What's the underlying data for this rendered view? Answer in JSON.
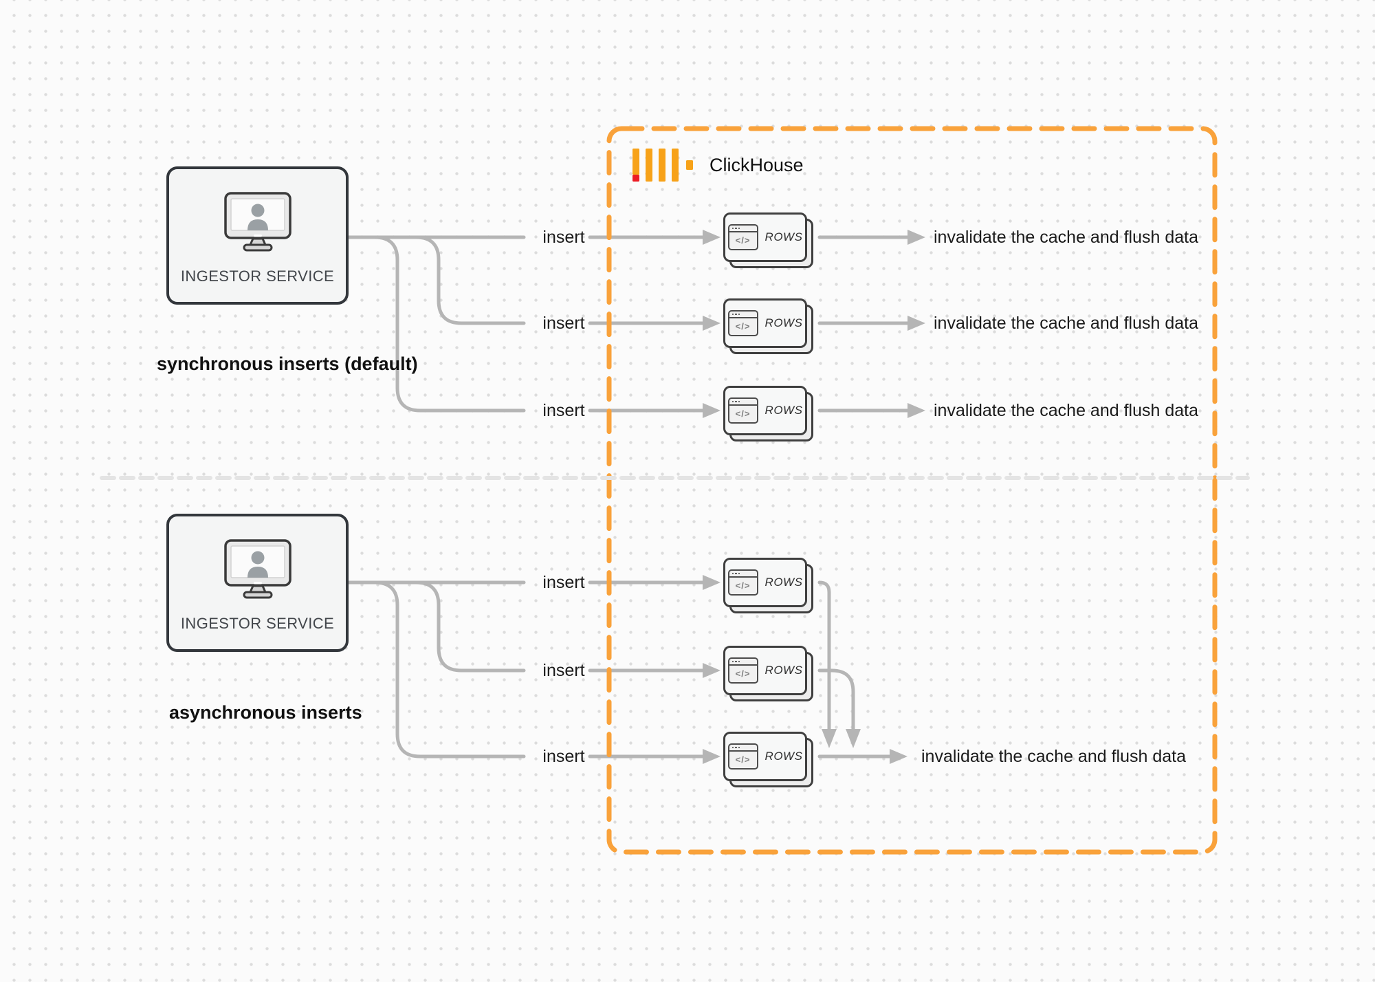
{
  "colors": {
    "background": "#fbfbfb",
    "grid-dot": "#dcdcdc",
    "connector": "#b5b5b5",
    "node-border": "#33373c",
    "card-border": "#3f3f3f",
    "accent-orange": "#F9A23B",
    "logo-amber": "#F7A219",
    "logo-red": "#EC1C24",
    "divider": "#e4e4e4",
    "text": "#1b1b1b"
  },
  "glyphs": {
    "code": "</>"
  },
  "clickhouse": {
    "brand": "ClickHouse",
    "logo_icon": "clickhouse-bars-icon"
  },
  "sections": [
    {
      "id": "synchronous",
      "caption": "synchronous inserts (default)",
      "service": {
        "label": "INGESTOR SERVICE",
        "icon": "monitor-user-icon"
      },
      "rows": [
        {
          "insert_label": "insert",
          "table_label": "ROWS",
          "table_icon": "code-window-icon",
          "result_label": "invalidate the cache and flush data"
        },
        {
          "insert_label": "insert",
          "table_label": "ROWS",
          "table_icon": "code-window-icon",
          "result_label": "invalidate the cache and flush data"
        },
        {
          "insert_label": "insert",
          "table_label": "ROWS",
          "table_icon": "code-window-icon",
          "result_label": "invalidate the cache and flush data"
        }
      ]
    },
    {
      "id": "asynchronous",
      "caption": "asynchronous inserts",
      "service": {
        "label": "INGESTOR SERVICE",
        "icon": "monitor-user-icon"
      },
      "rows": [
        {
          "insert_label": "insert",
          "table_label": "ROWS",
          "table_icon": "code-window-icon"
        },
        {
          "insert_label": "insert",
          "table_label": "ROWS",
          "table_icon": "code-window-icon"
        },
        {
          "insert_label": "insert",
          "table_label": "ROWS",
          "table_icon": "code-window-icon",
          "result_label": "invalidate the cache and flush data"
        }
      ]
    }
  ]
}
